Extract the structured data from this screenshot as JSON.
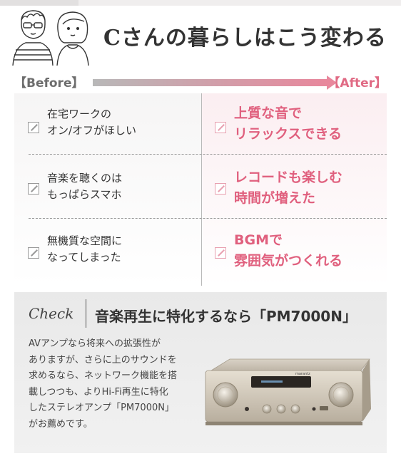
{
  "header": {
    "title": "Cさんの暮らしはこう変わる"
  },
  "labels": {
    "before": "【Before】",
    "after": "【After】"
  },
  "rows": [
    {
      "before": [
        "在宅ワークの",
        "オン/オフがほしい"
      ],
      "after": [
        "上質な音で",
        "リラックスできる"
      ]
    },
    {
      "before": [
        "音楽を聴くのは",
        "もっぱらスマホ"
      ],
      "after": [
        "レコードも楽しむ",
        "時間が増えた"
      ]
    },
    {
      "before": [
        "無機質な空間に",
        "なってしまった"
      ],
      "after": [
        "BGMで",
        "雰囲気がつくれる"
      ]
    }
  ],
  "check": {
    "label": "Check",
    "title": "音楽再生に特化するなら「PM7000N」",
    "body_lines": [
      "AVアンプなら将来への拡張性が",
      "ありますが、さらに上のサウンドを",
      "求めるなら、ネットワーク機能を搭",
      "載しつつも、よりHi-Fi再生に特化",
      "したステレオアンプ「PM7000N」",
      "がお薦めです。"
    ],
    "product_brand": "marantz"
  },
  "colors": {
    "accent": "#e0607e",
    "before_gray": "#6d6d6d"
  }
}
